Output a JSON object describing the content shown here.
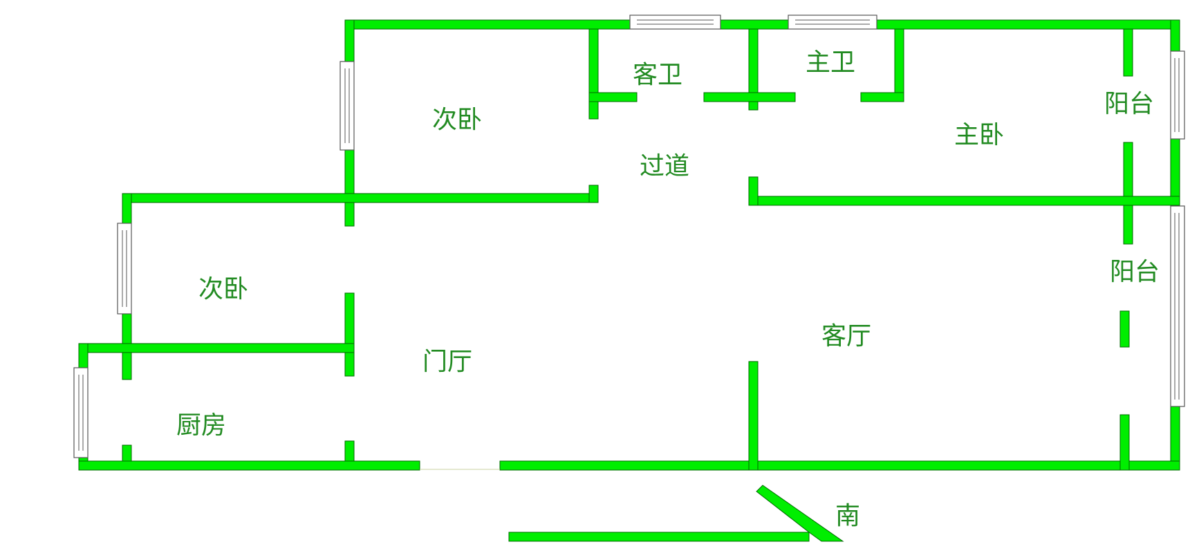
{
  "colors": {
    "wall": "#00ee00",
    "wall_edge": "#006600",
    "label": "#228b22",
    "window": "#555555"
  },
  "rooms": {
    "bedroom_second_top": "次卧",
    "guest_bathroom": "客卫",
    "master_bathroom": "主卫",
    "master_bedroom": "主卧",
    "balcony_top": "阳台",
    "corridor": "过道",
    "bedroom_second_middle": "次卧",
    "balcony_right": "阳台",
    "living_room": "客厅",
    "entrance_hall": "门厅",
    "kitchen": "厨房"
  },
  "compass": {
    "direction_label": "南",
    "icon": "south-arrow-icon"
  }
}
